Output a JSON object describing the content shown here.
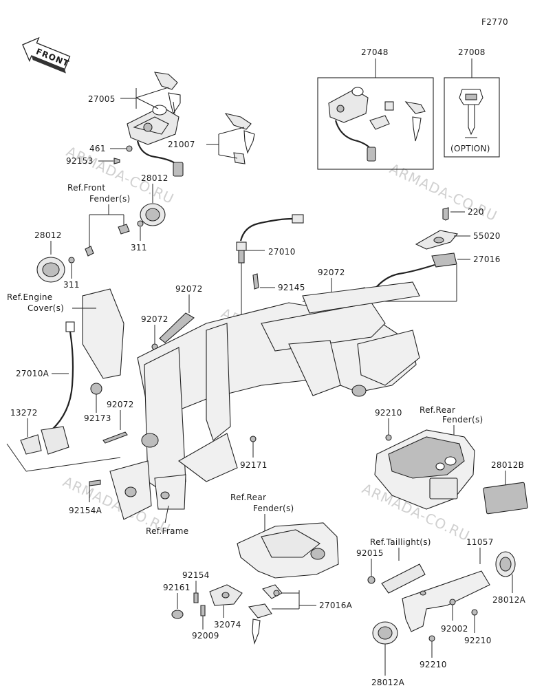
{
  "figure_code": "F2770",
  "front_arrow": "FRONT",
  "watermark": "ARMADA-CO.RU",
  "option_note": "(OPTION)",
  "labels": {
    "p27005": "27005",
    "p461": "461",
    "p92153": "92153",
    "p21007": "21007",
    "p27048": "27048",
    "p27008": "27008",
    "ref_front_fender_1": "Ref.Front",
    "ref_front_fender_2": "Fender(s)",
    "p28012_top": "28012",
    "p28012_left": "28012",
    "p311_a": "311",
    "p311_b": "311",
    "p220": "220",
    "p55020": "55020",
    "p27016": "27016",
    "p27010": "27010",
    "p92145": "92145",
    "p92072_a": "92072",
    "p92072_b": "92072",
    "p92072_c": "92072",
    "p92072_d": "92072",
    "ref_engine_cover_1": "Ref.Engine",
    "ref_engine_cover_2": "Cover(s)",
    "p27010A": "27010A",
    "p92173": "92173",
    "p13272": "13272",
    "p92210_a": "92210",
    "ref_rear_fender_1": "Ref.Rear",
    "ref_rear_fender_2": "Fender(s)",
    "p28012B": "28012B",
    "p92171": "92171",
    "p92154A": "92154A",
    "ref_frame": "Ref.Frame",
    "ref_rear_fender2_1": "Ref.Rear",
    "ref_rear_fender2_2": "Fender(s)",
    "ref_taillight": "Ref.Taillight(s)",
    "p11057": "11057",
    "p92015": "92015",
    "p92154": "92154",
    "p92161": "92161",
    "p32074": "32074",
    "p92009": "92009",
    "p27016A": "27016A",
    "p92002": "92002",
    "p28012A_r": "28012A",
    "p92210_b": "92210",
    "p92210_c": "92210",
    "p28012A_b": "28012A"
  }
}
